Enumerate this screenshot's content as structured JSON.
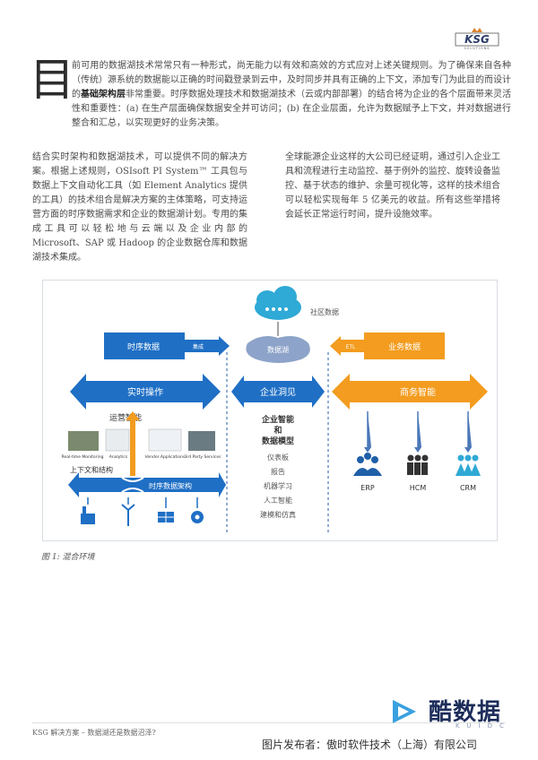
{
  "logo": {
    "brand": "KSG",
    "tagline": "SOLUTIONS",
    "crown_color": "#d9822b"
  },
  "intro": {
    "dropcap": "目",
    "line_a": "前可用的数据湖技术常常只有一种形式，尚无能力以有效和高效的方式应对上述关键规则。为了确保来自各种（传统）源系统的数据能以正确的时间戳登录到云中，及时同步并具有正确的上下文，添加专门为此目的而设计的",
    "bold": "基础架构层",
    "line_b": "非常重要。时序数据处理技术和数据湖技术（云或内部部署）的结合将为企业的各个层面带来灵活性和重要性：(a) 在生产层面确保数据安全并可访问；(b) 在企业层面，允许为数据赋予上下文，并对数据进行整合和汇总，以实现更好的业务决策。"
  },
  "col_left": "结合实时架构和数据湖技术，可以提供不同的解决方案。根据上述规则，OSIsoft PI System™ 工具包与数据上下文自动化工具（如 Element Analytics 提供的工具）的技术组合是解决方案的主体策略，可支持运营方面的时序数据需求和企业的数据湖计划。专用的集成工具可以轻松地与云端以及企业内部的 Microsoft、SAP 或 Hadoop 的企业数据仓库和数据湖技术集成。",
  "col_right": "全球能源企业这样的大公司已经证明，通过引入企业工具和流程进行主动监控、基于例外的监控、旋转设备监控、基于状态的维护、余量可视化等，这样的技术组合可以轻松实现每年 5 亿美元的收益。所有这些举措将会延长正常运行时间，提升设施效率。",
  "diagram": {
    "cloud_label": "社区数据",
    "lake_label": "数据湖",
    "tsdb_label": "时序数据",
    "integrate_label": "集成",
    "etl_label": "ETL",
    "biz_data_label": "业务数据",
    "realtime_label": "实时操作",
    "enterprise_label": "企业洞见",
    "bi_label": "商务智能",
    "ops_label": "运营智能",
    "ctx_label": "上下文和结构",
    "ts_arch_label": "时序数据架构",
    "ei_title": [
      "企业智能",
      "和",
      "数据模型"
    ],
    "ei_items": [
      "仪表板",
      "报告",
      "机器学习",
      "人工智能",
      "建模和仿真"
    ],
    "thumbs": [
      "Real-time Monitoring",
      "Analytics",
      "Vendor Applications",
      "3rd Party Services"
    ],
    "biz_systems": [
      "ERP",
      "HCM",
      "CRM"
    ],
    "colors": {
      "blue": "#1f6fc5",
      "orange": "#f39c1f",
      "dashed": "#4a78b8"
    }
  },
  "caption": "图 1: 混合环境",
  "footer": "KSG 解决方案 – 数据湖还是数据沼泽?",
  "watermark": {
    "title": "酷数据",
    "sub": "KUIDC",
    "credit": "图片发布者：傲时软件技术（上海）有限公司"
  }
}
